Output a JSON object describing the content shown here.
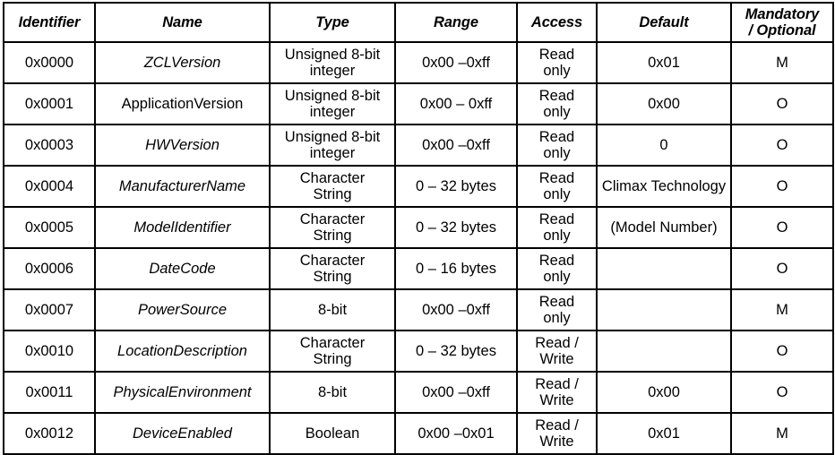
{
  "table": {
    "columns": [
      {
        "key": "identifier",
        "label": "Identifier"
      },
      {
        "key": "name",
        "label": "Name"
      },
      {
        "key": "type",
        "label": "Type"
      },
      {
        "key": "range",
        "label": "Range"
      },
      {
        "key": "access",
        "label": "Access"
      },
      {
        "key": "default",
        "label": "Default"
      },
      {
        "key": "mandatory_optional_line1",
        "label": "Mandatory"
      },
      {
        "key": "mandatory_optional_line2",
        "label": "/ Optional"
      }
    ],
    "header": {
      "identifier": "Identifier",
      "name": "Name",
      "type": "Type",
      "range": "Range",
      "access": "Access",
      "default": "Default",
      "mandatory_optional_line1": "Mandatory",
      "mandatory_optional_line2": "/ Optional"
    },
    "rows": [
      {
        "identifier": "0x0000",
        "name": "ZCLVersion",
        "name_italic": true,
        "type_line1": "Unsigned 8-bit",
        "type_line2": "integer",
        "range": "0x00 –0xff",
        "access_line1": "Read",
        "access_line2": "only",
        "default": "0x01",
        "mandatory_optional": "M"
      },
      {
        "identifier": "0x0001",
        "name": "ApplicationVersion",
        "name_italic": false,
        "type_line1": "Unsigned 8-bit",
        "type_line2": "integer",
        "range": "0x00 – 0xff",
        "access_line1": "Read",
        "access_line2": "only",
        "default": "0x00",
        "mandatory_optional": "O"
      },
      {
        "identifier": "0x0003",
        "name": "HWVersion",
        "name_italic": true,
        "type_line1": "Unsigned 8-bit",
        "type_line2": "integer",
        "range": "0x00 –0xff",
        "access_line1": "Read",
        "access_line2": "only",
        "default": "0",
        "mandatory_optional": "O"
      },
      {
        "identifier": "0x0004",
        "name": "ManufacturerName",
        "name_italic": true,
        "type_line1": "Character",
        "type_line2": "String",
        "range": "0 – 32 bytes",
        "access_line1": "Read",
        "access_line2": "only",
        "default": "Climax Technology",
        "mandatory_optional": "O"
      },
      {
        "identifier": "0x0005",
        "name": "ModelIdentifier",
        "name_italic": true,
        "type_line1": "Character",
        "type_line2": "String",
        "range": "0 – 32 bytes",
        "access_line1": "Read",
        "access_line2": "only",
        "default": "(Model Number)",
        "mandatory_optional": "O"
      },
      {
        "identifier": "0x0006",
        "name": "DateCode",
        "name_italic": true,
        "type_line1": "Character",
        "type_line2": "String",
        "range": "0 – 16 bytes",
        "access_line1": "Read",
        "access_line2": "only",
        "default": "",
        "mandatory_optional": "O"
      },
      {
        "identifier": "0x0007",
        "name": "PowerSource",
        "name_italic": true,
        "type_line1": "8-bit",
        "type_line2": "",
        "range": "0x00 –0xff",
        "access_line1": "Read",
        "access_line2": "only",
        "default": "",
        "mandatory_optional": "M"
      },
      {
        "identifier": "0x0010",
        "name": "LocationDescription",
        "name_italic": true,
        "type_line1": "Character",
        "type_line2": "String",
        "range": "0 – 32 bytes",
        "access_line1": "Read /",
        "access_line2": "Write",
        "default": "",
        "mandatory_optional": "O"
      },
      {
        "identifier": "0x0011",
        "name": "PhysicalEnvironment",
        "name_italic": true,
        "type_line1": "8-bit",
        "type_line2": "",
        "range": "0x00 –0xff",
        "access_line1": "Read /",
        "access_line2": "Write",
        "default": "0x00",
        "mandatory_optional": "O"
      },
      {
        "identifier": "0x0012",
        "name": "DeviceEnabled",
        "name_italic": true,
        "type_line1": "Boolean",
        "type_line2": "",
        "range": "0x00 –0x01",
        "access_line1": "Read /",
        "access_line2": "Write",
        "default": "0x01",
        "mandatory_optional": "M"
      }
    ]
  },
  "style": {
    "border_color": "#000000",
    "background_color": "#ffffff",
    "text_color": "#000000"
  }
}
